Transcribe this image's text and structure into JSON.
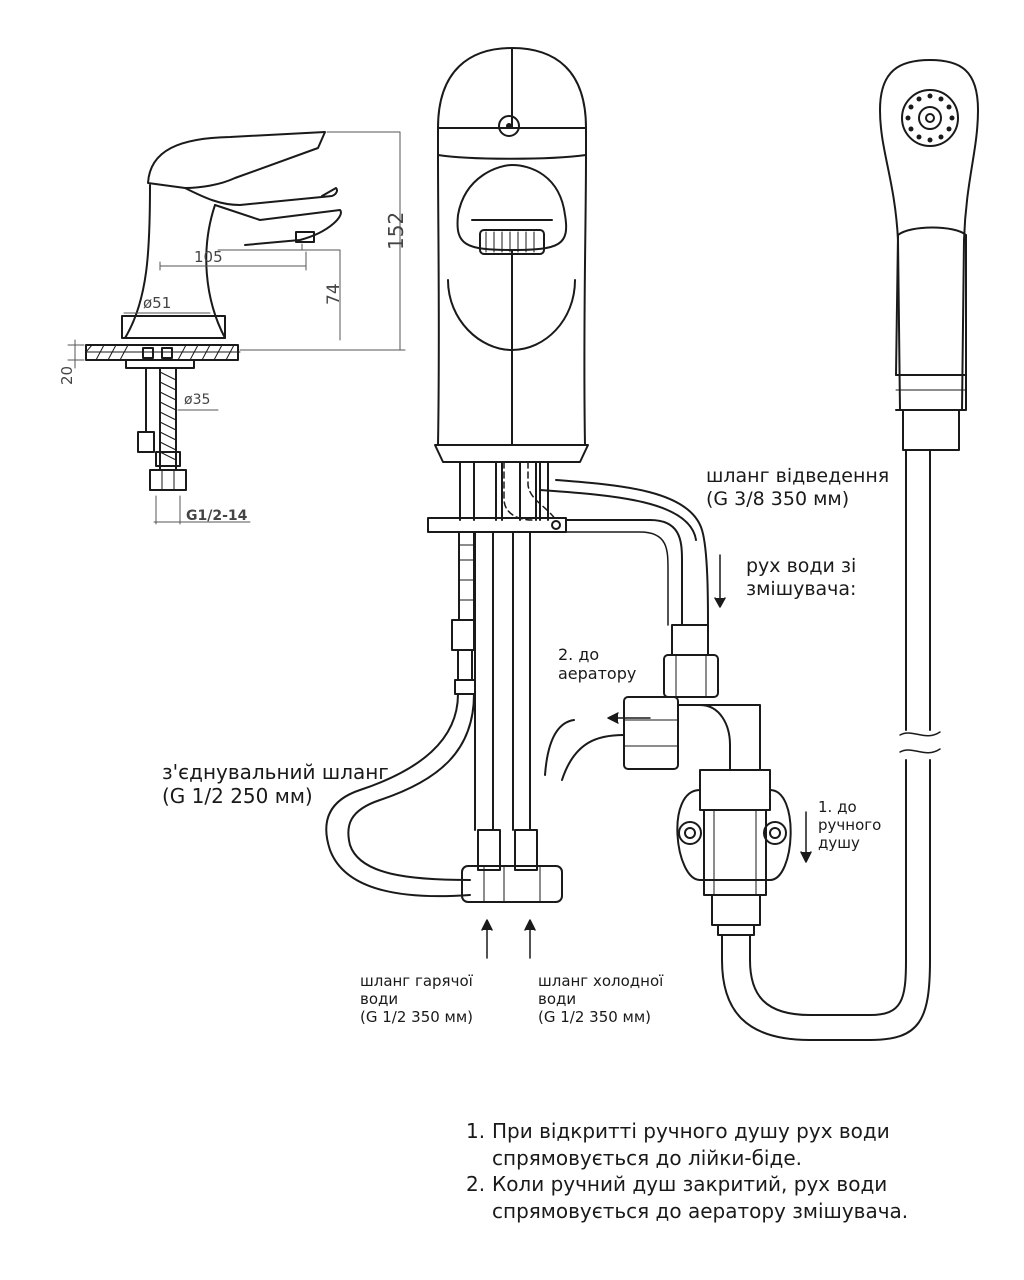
{
  "dimensions": {
    "d105": "105",
    "d152": "152",
    "d74": "74",
    "d51": "ø51",
    "d20": "20",
    "d35": "ø35",
    "thread": "G1/2-14"
  },
  "labels": {
    "outlet_hose": "шланг відведення\n(G 3/8 350 мм)",
    "flow_from_mixer": "рух води зі\nзмішувача:",
    "to_aerator": "2. до\nаератору",
    "connecting_hose": "з'єднувальний шланг\n(G 1/2 250 мм)",
    "to_hand_shower": "1. до\nручного\nдушу",
    "hot_hose": "шланг гарячої\nводи\n(G 1/2 350 мм)",
    "cold_hose": "шланг холодної\nводи\n(G 1/2 350 мм)"
  },
  "notes": [
    {
      "num": "1.",
      "text": "При відкритті ручного душу рух води\nспрямовується до лійки-біде."
    },
    {
      "num": "2.",
      "text": "Коли ручний душ закритий, рух води\nспрямовується до аератору змішувача."
    }
  ]
}
